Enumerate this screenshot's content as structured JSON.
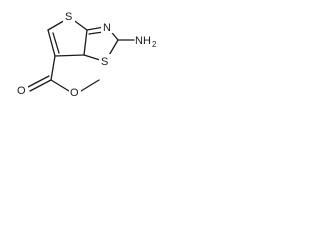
{
  "molecule": {
    "atoms": {
      "s_thiophene": "S",
      "s_thiazole": "S",
      "n_ring": "N",
      "amine_nh": "NH",
      "amine_sub": "2",
      "o_carbonyl": "O",
      "o_ester": "O"
    },
    "colors": {
      "bond": "#1a1a1a",
      "text": "#1a1a1a",
      "background": "#ffffff"
    }
  }
}
